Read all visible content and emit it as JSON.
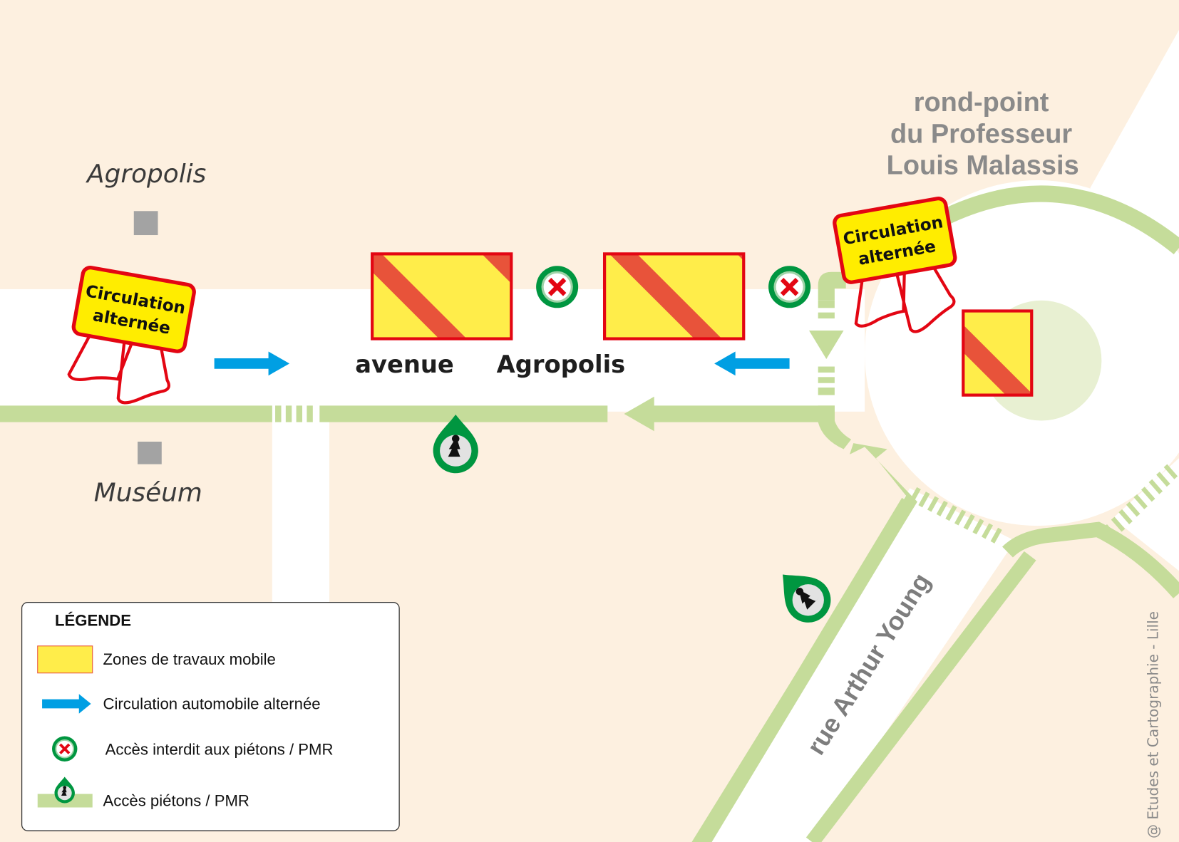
{
  "places": {
    "agropolis": "Agropolis",
    "museum": "Muséum",
    "roundabout_line1": "rond-point",
    "roundabout_line2": "du Professeur",
    "roundabout_line3": "Louis Malassis",
    "avenue_word1": "avenue",
    "avenue_word2": "Agropolis",
    "street": "rue Arthur Young"
  },
  "signs": {
    "line1": "Circulation",
    "line2": "alternée"
  },
  "legend": {
    "title": "LÉGENDE",
    "items": [
      {
        "icon": "work-zone-icon",
        "label": "Zones de travaux mobile"
      },
      {
        "icon": "blue-arrow-icon",
        "label": "Circulation automobile alternée"
      },
      {
        "icon": "no-access-icon",
        "label": "Accès interdit aux piétons / PMR"
      },
      {
        "icon": "pedestrian-pin-icon",
        "label": "Accès piétons / PMR"
      }
    ]
  },
  "credit": "@ Etudes et Cartographie - Lille",
  "colors": {
    "land": "#fdf0e0",
    "road": "#ffffff",
    "path": "#c5dc9a",
    "work_yellow": "#ffed4a",
    "work_stripe": "#e8533a",
    "work_border": "#e30613",
    "arrow_blue": "#009fe3",
    "green_icon": "#009640"
  }
}
